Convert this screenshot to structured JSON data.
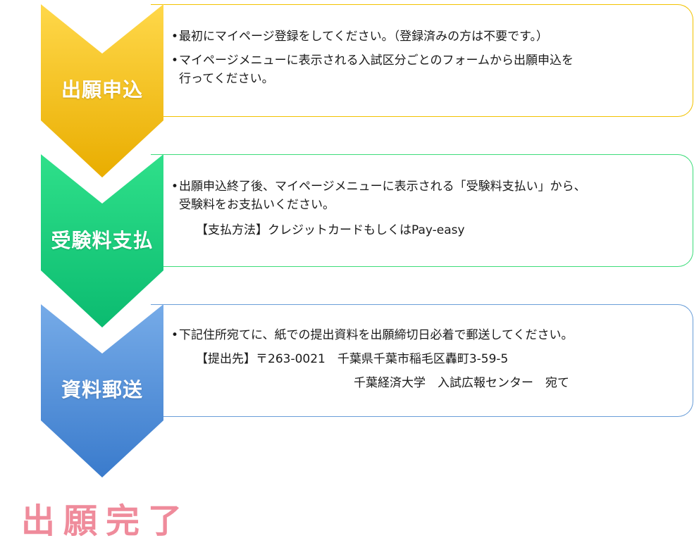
{
  "steps": [
    {
      "label": "出願申込",
      "color_top": "#ffd84a",
      "color_bottom": "#f0b400",
      "border": "#f2c200",
      "lines": [
        "最初にマイページ登録をしてください。（登録済みの方は不要です。）",
        "マイページメニューに表示される入試区分ごとのフォームから出願申込を",
        "行ってください。"
      ]
    },
    {
      "label": "受験料支払",
      "color_top": "#2fe08a",
      "color_bottom": "#0bbf72",
      "border": "#3ddc7a",
      "lines": [
        "出願申込終了後、マイページメニューに表示される「受験料支払い」から、",
        "受験料をお支払いください。",
        "【支払方法】クレジットカードもしくはPay-easy"
      ]
    },
    {
      "label": "資料郵送",
      "color_top": "#73a8e6",
      "color_bottom": "#3e7fcf",
      "border": "#6a9ed8",
      "lines": [
        "下記住所宛てに、紙での提出資料を出願締切日必着で郵送してください。",
        "【提出先】〒263-0021　千葉県千葉市稲毛区轟町3-59-5",
        "千葉経済大学　入試広報センター　宛て"
      ]
    }
  ],
  "completion": {
    "label": "出願完了",
    "color": "#ef8b9b"
  }
}
